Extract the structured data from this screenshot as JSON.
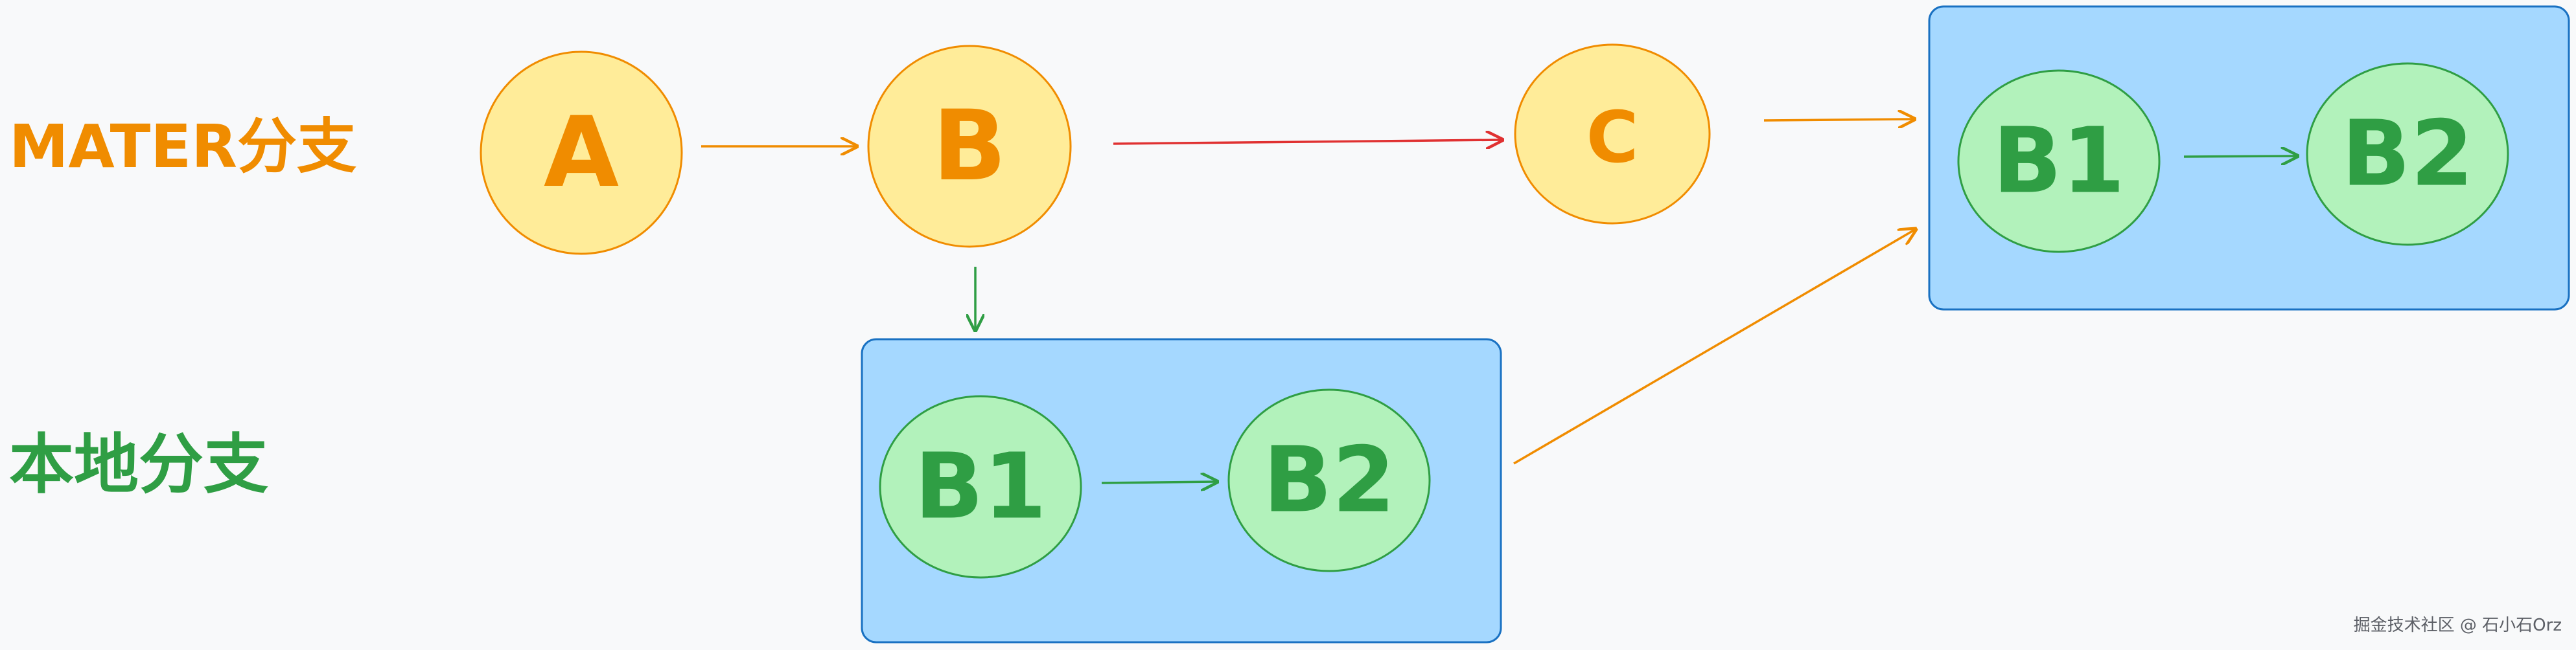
{
  "lanes": {
    "master": "MATER分支",
    "local": "本地分支"
  },
  "nodes": {
    "a": "A",
    "b": "B",
    "c": "C",
    "local_b1": "B1",
    "local_b2": "B2",
    "merged_b1": "B1",
    "merged_b2": "B2"
  },
  "watermark": "掘金技术社区 @ 石小石Orz",
  "colors": {
    "master_label": "#f08c00",
    "local_label": "#2f9e44",
    "yellow_node_fill": "#ffec99",
    "yellow_node_stroke": "#f08c00",
    "green_node_fill": "#b2f2bb",
    "green_node_stroke": "#2f9e44",
    "group_fill": "#a5d8ff",
    "group_stroke": "#1971c2",
    "arrow_orange": "#f08c00",
    "arrow_red": "#e03131",
    "arrow_green": "#2f9e44"
  }
}
